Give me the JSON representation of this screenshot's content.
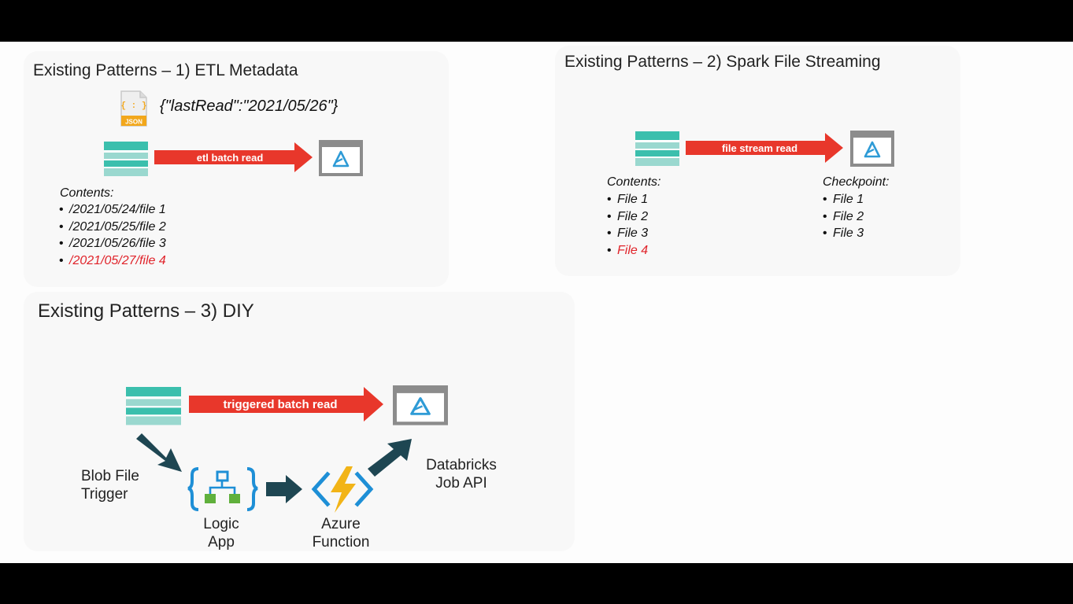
{
  "colors": {
    "arrow": "#e8372b",
    "storage_teal": "#3bbfad",
    "dark_arrow": "#1e4652",
    "highlight_red": "#e0232a",
    "logic_blue": "#1e8fd6",
    "logic_green": "#60b03c",
    "function_yellow": "#f2b417"
  },
  "pattern1": {
    "title": "Existing Patterns – 1) ETL Metadata",
    "json_icon_label": "JSON",
    "json_icon_symbol": "{ : }",
    "json_text": "{\"lastRead\":\"2021/05/26\"}",
    "arrow_label": "etl batch read",
    "contents_label": "Contents:",
    "files": [
      "/2021/05/24/file 1",
      "/2021/05/25/file 2",
      "/2021/05/26/file 3",
      "/2021/05/27/file 4"
    ],
    "new_file_index": 3
  },
  "pattern2": {
    "title": "Existing Patterns – 2) Spark File Streaming",
    "arrow_label": "file stream read",
    "contents_label": "Contents:",
    "contents": [
      "File 1",
      "File 2",
      "File 3",
      "File 4"
    ],
    "new_file_index": 3,
    "checkpoint_label": "Checkpoint:",
    "checkpoint": [
      "File 1",
      "File 2",
      "File 3"
    ]
  },
  "pattern3": {
    "title": "Existing Patterns – 3) DIY",
    "arrow_label": "triggered batch read",
    "blob_trigger_label": "Blob File Trigger",
    "logic_app_label": "Logic App",
    "azure_function_label": "Azure Function",
    "databricks_label": "Databricks Job API"
  },
  "icons": [
    "blob-storage-icon",
    "databricks-icon",
    "json-file-icon",
    "logic-app-icon",
    "azure-function-icon"
  ]
}
